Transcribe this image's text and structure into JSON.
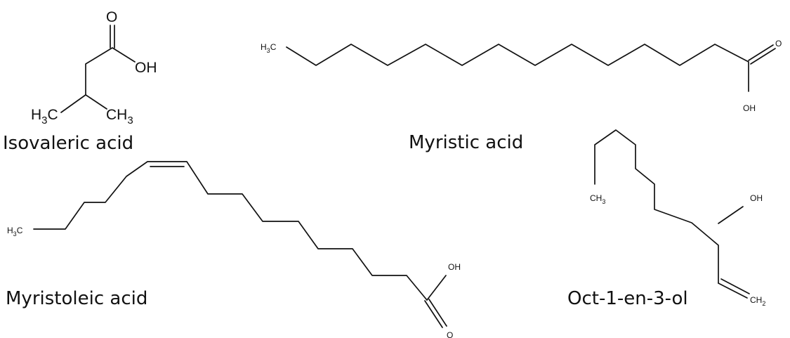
{
  "colors": {
    "ink": "#111111",
    "background": "#ffffff"
  },
  "molecules": {
    "isovaleric": {
      "name": "Isovaleric acid",
      "atoms": {
        "oxygen": "O",
        "hydroxyl": "OH",
        "methyl_left_base": "H",
        "methyl_left_sub": "3",
        "methyl_left_tail": "C",
        "methyl_right_base": "CH",
        "methyl_right_sub": "3"
      }
    },
    "myristic": {
      "name": "Myristic acid",
      "atoms": {
        "methyl_base": "H",
        "methyl_sub": "3",
        "methyl_tail": "C",
        "oxygen": "O",
        "hydroxyl": "OH"
      }
    },
    "myristoleic": {
      "name": "Myristoleic acid",
      "atoms": {
        "methyl_base": "H",
        "methyl_sub": "3",
        "methyl_tail": "C",
        "hydroxyl": "OH",
        "oxygen": "O"
      }
    },
    "octenol": {
      "name": "Oct-1-en-3-ol",
      "atoms": {
        "methyl_base": "CH",
        "methyl_sub": "3",
        "hydroxyl": "OH",
        "methylene_base": "CH",
        "methylene_sub": "2"
      }
    }
  }
}
